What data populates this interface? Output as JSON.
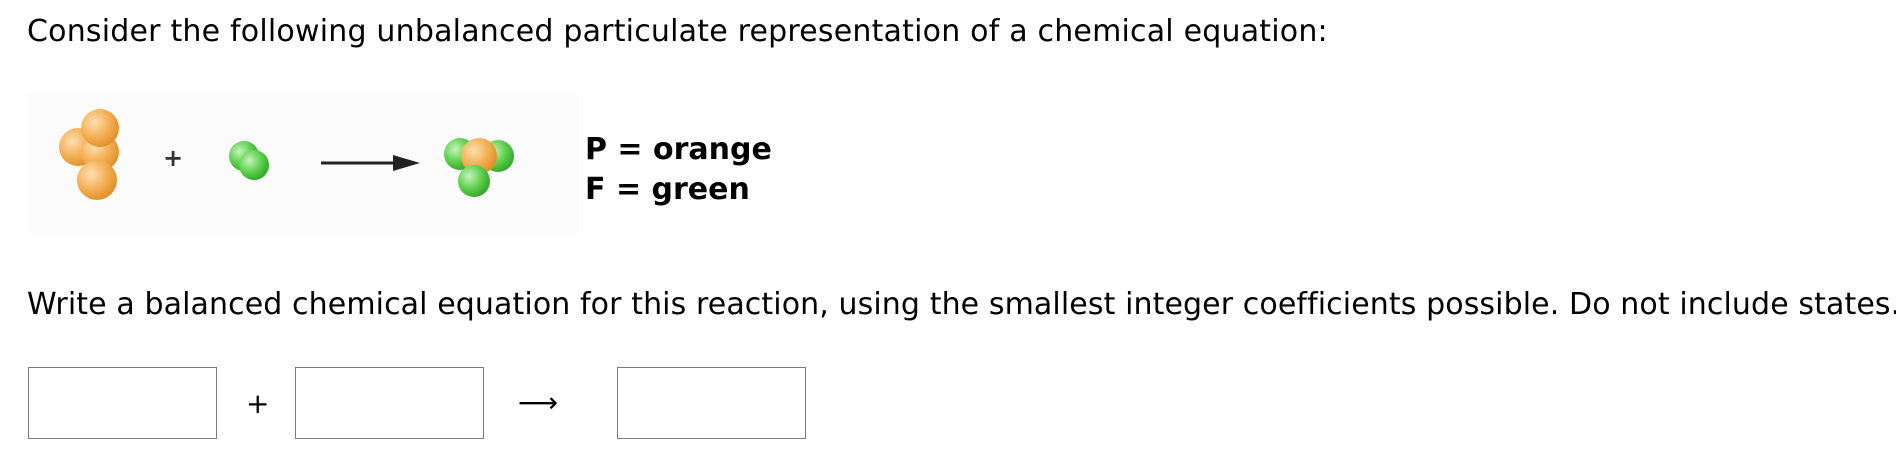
{
  "prompt_text": "Consider the following unbalanced particulate representation of a chemical equation:",
  "figure": {
    "plus_symbol": "+",
    "colors": {
      "orange": "#f2a640",
      "green": "#4cc83d",
      "orange_highlight": "#fde0b0",
      "green_highlight": "#c8f3bd"
    },
    "molecules": [
      "P4",
      "F2",
      "PF3"
    ]
  },
  "legend": {
    "line1": "P = orange",
    "line2": "F = green"
  },
  "instruction_text": "Write a balanced chemical equation for this reaction, using the smallest integer coefficients possible. Do not include states.",
  "answer_row": {
    "plus_symbol": "+",
    "arrow_symbol": "⟶",
    "boxes": [
      {
        "name": "reactant-1",
        "value": ""
      },
      {
        "name": "reactant-2",
        "value": ""
      },
      {
        "name": "product-1",
        "value": ""
      }
    ]
  }
}
